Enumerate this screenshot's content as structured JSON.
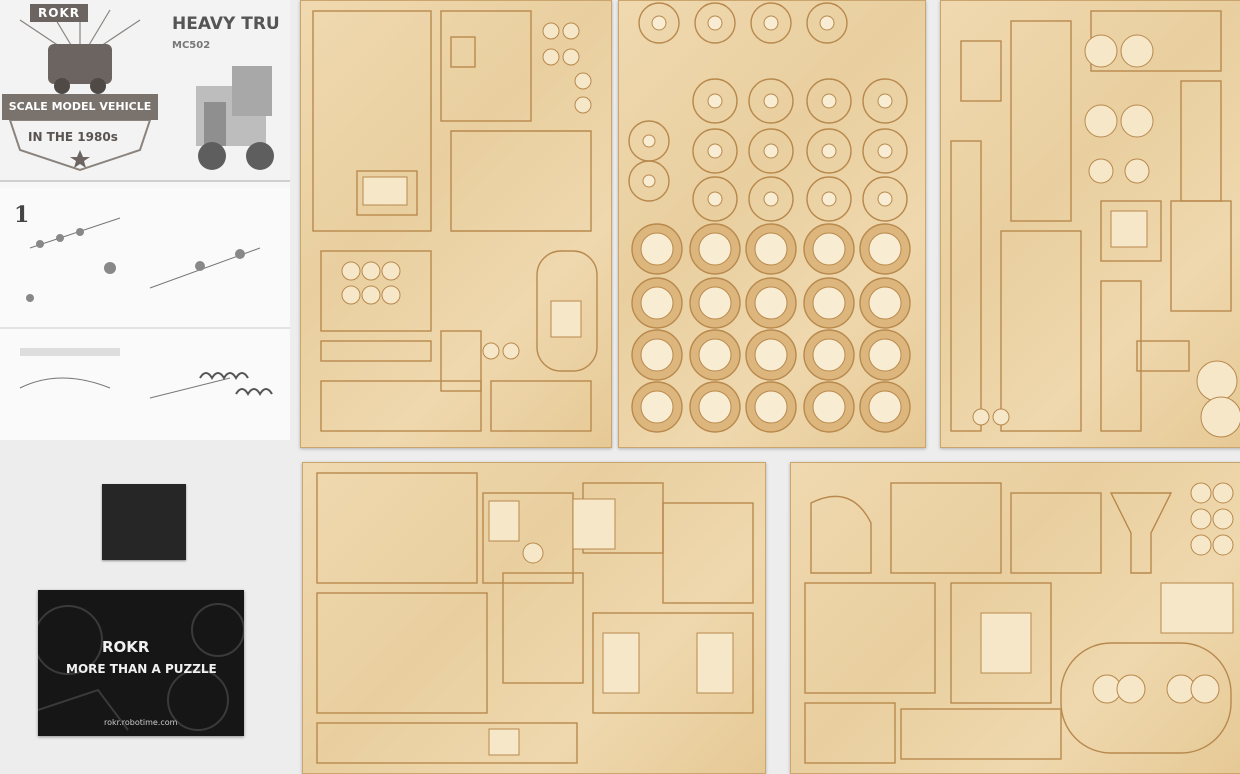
{
  "booklet": {
    "brand": "ROKR",
    "title": "HEAVY TRU",
    "model": "MC502",
    "banner": "SCALE MODEL VEHICLE",
    "decade": "IN THE 1980s",
    "step": "1"
  },
  "card": {
    "brand": "ROKR",
    "slogan": "MORE THAN A PUZZLE",
    "url": "rokr.robotime.com"
  },
  "colors": {
    "wood": "#ecd3a5",
    "wood_edge": "#c79d63",
    "cut": "#b8894d",
    "background": "#ededed",
    "card": "#161616"
  }
}
